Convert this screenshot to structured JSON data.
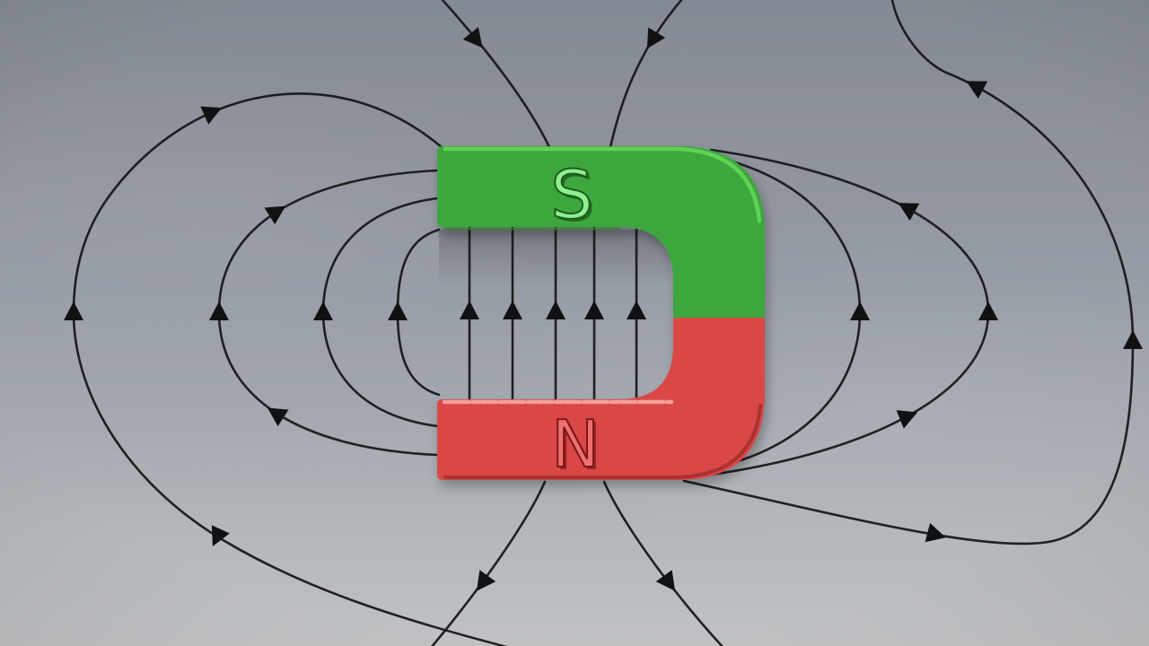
{
  "diagram": {
    "type": "magnetic-field-diagram",
    "subject": "horseshoe magnet with field lines",
    "poles": {
      "top": {
        "label": "S",
        "name": "south-pole",
        "color": "#3ea73c",
        "letter_color": "#8cf08c"
      },
      "bottom": {
        "label": "N",
        "name": "north-pole",
        "color": "#d94646",
        "letter_color": "#ee7070"
      }
    },
    "field": {
      "gap_line_count": 5,
      "left_loop_count": 4,
      "right_loop_count": 3,
      "top_exit_line_count": 2,
      "bottom_exit_line_count": 2,
      "arrowhead_count": 24,
      "line_color": "#17181a"
    }
  },
  "colors": {
    "background_top": "#848a93",
    "background_bottom": "#c0c2c4",
    "magnet_green": "#3ea73c",
    "magnet_green_highlight": "#63d757",
    "magnet_red": "#d94646",
    "magnet_red_highlight": "#f3aaa2",
    "magnet_red_shadow": "#a22f2f"
  }
}
